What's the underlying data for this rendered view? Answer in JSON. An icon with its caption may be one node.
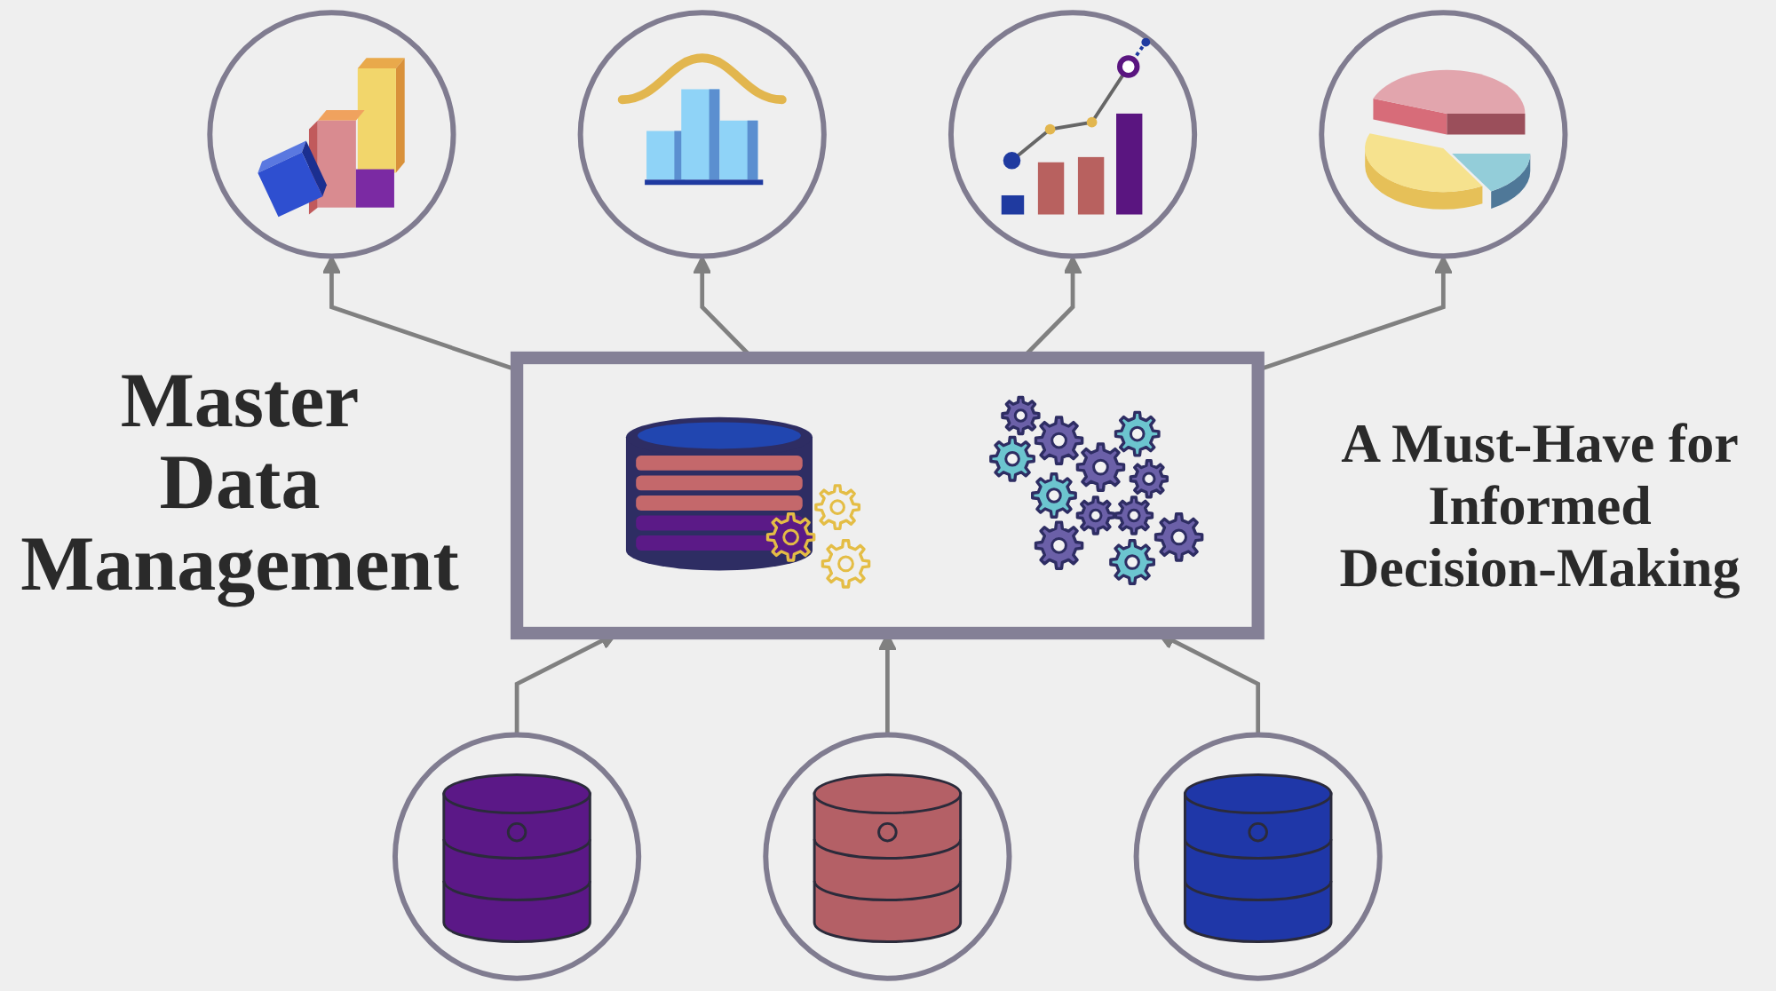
{
  "diagram": {
    "title": "Master Data Management",
    "nodes": [
      {
        "text": [],
        "shape": "circle"
      },
      {
        "text": [],
        "shape": "circle"
      },
      {
        "text": [],
        "shape": "circle"
      },
      {
        "text": [],
        "shape": "circle"
      },
      {
        "text": [],
        "shape": "box"
      },
      {
        "text": [],
        "shape": "circle"
      },
      {
        "text": [],
        "shape": "circle"
      },
      {
        "text": [],
        "shape": "circle"
      }
    ],
    "edges": [
      {
        "from": 4,
        "to": 0,
        "arrow": "to"
      },
      {
        "from": 4,
        "to": 1,
        "arrow": "to"
      },
      {
        "from": 4,
        "to": 2,
        "arrow": "to"
      },
      {
        "from": 4,
        "to": 3,
        "arrow": "to"
      },
      {
        "from": 5,
        "to": 4,
        "arrow": "to"
      },
      {
        "from": 6,
        "to": 4,
        "arrow": "to"
      },
      {
        "from": 7,
        "to": 4,
        "arrow": "to"
      }
    ],
    "labels": [
      "A Must-Have for Informed Decision-Making"
    ]
  }
}
